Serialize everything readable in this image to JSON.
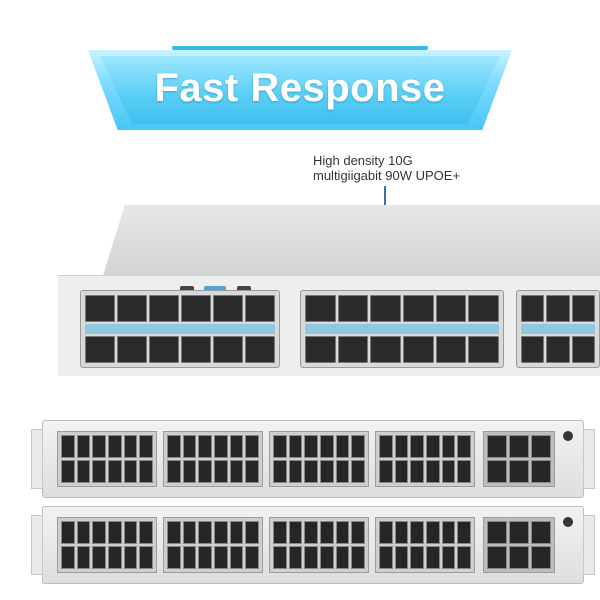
{
  "banner": {
    "title": "Fast Response"
  },
  "callout": {
    "line1": "High density 10G",
    "line2": "multigiigabit 90W UPOE+"
  },
  "colors": {
    "banner_accent": "#46c6f6",
    "callout_line": "#3a6fa8"
  }
}
